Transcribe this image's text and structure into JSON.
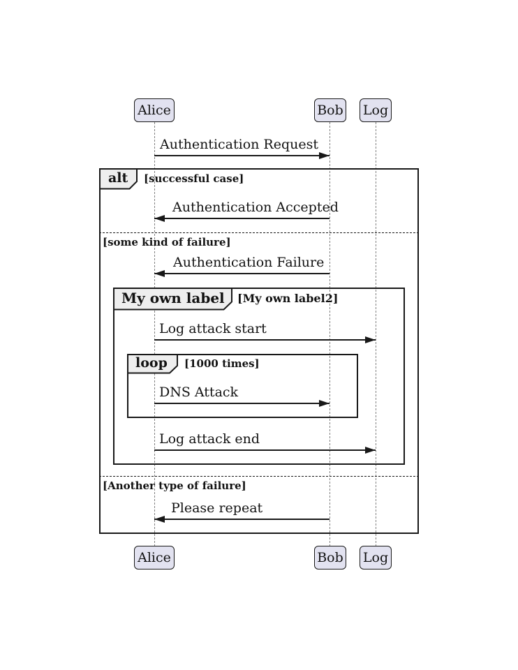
{
  "participants": {
    "alice": "Alice",
    "bob": "Bob",
    "log": "Log"
  },
  "messages": {
    "auth_request": "Authentication Request",
    "auth_accepted": "Authentication Accepted",
    "auth_failure": "Authentication Failure",
    "log_attack_start": "Log attack start",
    "dns_attack": "DNS Attack",
    "log_attack_end": "Log attack end",
    "please_repeat": "Please repeat"
  },
  "frames": {
    "alt": {
      "label": "alt",
      "condition": "[successful case]"
    },
    "custom": {
      "label": "My own label",
      "condition": "[My own label2]"
    },
    "loop": {
      "label": "loop",
      "condition": "[1000 times]"
    }
  },
  "dividers": {
    "some_failure": "[some kind of failure]",
    "another_failure": "[Another type of failure]"
  },
  "colors": {
    "participant_fill": "#E2E2F0",
    "frame_label_fill": "#EEEEEE",
    "line": "#181818",
    "lifeline": "#808080"
  }
}
